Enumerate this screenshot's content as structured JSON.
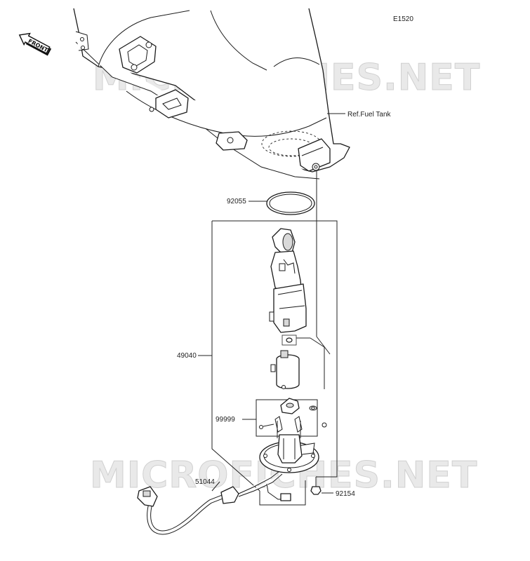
{
  "diagram": {
    "figure_code": "E1520",
    "front_label": "FRONT",
    "watermark": "MICROFICHES.NET",
    "parts": {
      "fuel_tank_ref": "Ref.Fuel Tank",
      "gasket": "92055",
      "pump_assembly": "49040",
      "filter_kit": "99999",
      "harness": "51044",
      "bolt": "92154"
    }
  }
}
